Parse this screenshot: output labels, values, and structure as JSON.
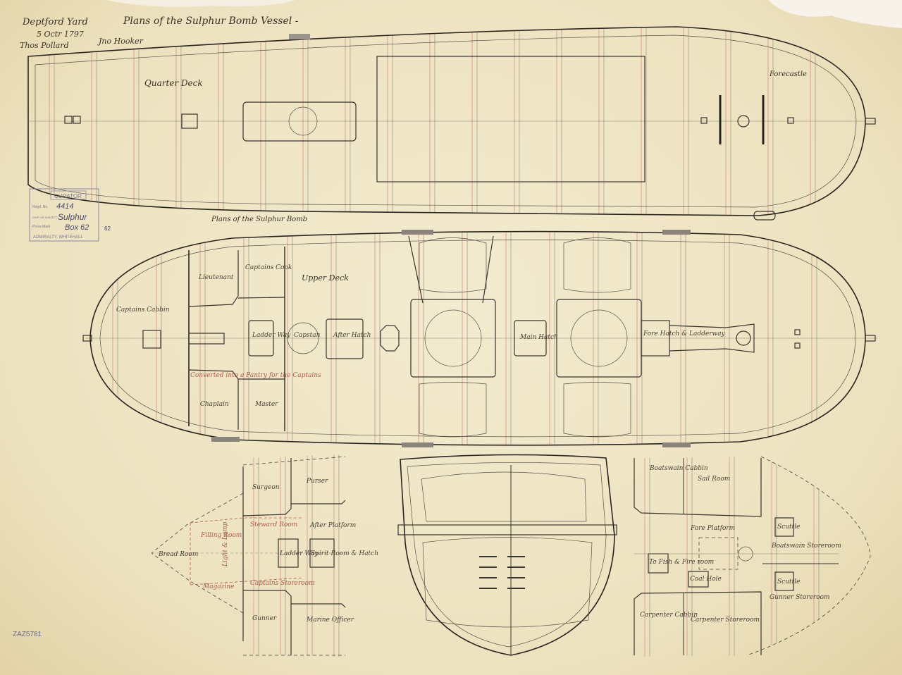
{
  "header": {
    "yard": "Deptford Yard",
    "date": "5 Octr 1797",
    "signature_1": "Thos Pollard",
    "signature_2": "Jno Hooker",
    "title": "Plans of the Sulphur Bomb Vessel -"
  },
  "stamp": {
    "heading": "CURATOR",
    "regd_label": "Regd. No.",
    "regd_value": "4414",
    "ship_label": "SHIP OR SUBJECT",
    "ship_value": "Sulphur",
    "press_label": "Press Mark",
    "press_value": "Box 62",
    "press_correction": "62",
    "footer": "ADMIRALTY, WHITEHALL"
  },
  "quarter_deck": {
    "title": "Quarter Deck",
    "forecastle": "Forecastle"
  },
  "upper_deck": {
    "caption": "Plans of the Sulphur Bomb",
    "title": "Upper Deck",
    "labels": {
      "captains_cabin": "Captains Cabbin",
      "lieutenant": "Lieutenant",
      "captains_cook": "Captains Cook",
      "ladder_way": "Ladder Way",
      "capstan": "Capstan",
      "after_hatch": "After Hatch",
      "main_hatch": "Main Hatch",
      "fore_hatch": "Fore Hatch & Ladderway",
      "converted": "Converted into a Pantry for the Captains",
      "chaplain": "Chaplain",
      "master": "Master"
    }
  },
  "after_platform": {
    "surgeon": "Surgeon",
    "purser": "Purser",
    "steward_room": "Steward Room",
    "after_platform": "After Platform",
    "filling_room": "Filling Room",
    "bread_room": "Bread Room",
    "ladder_way": "Ladder Way",
    "spirit_room": "Spirit Room & Hatch",
    "magazine": "Magazine",
    "captains_storeroom": "Captains Storeroom",
    "lamp": "Light & Lamp",
    "gunner": "Gunner",
    "marine_officer": "Marine Officer"
  },
  "fore_platform": {
    "boatswain_cabin": "Boatswain Cabbin",
    "sail_room": "Sail Room",
    "fore_platform": "Fore Platform",
    "fish_room": "To Fish & Fire room",
    "coal_hole": "Coal Hole",
    "scuttle_1": "Scuttle",
    "scuttle_2": "Scuttle",
    "boatswain_storeroom": "Boatswain Storeroom",
    "gunner_storeroom": "Gunner Storeroom",
    "carpenter_cabin": "Carpenter Cabbin",
    "carpenter_storeroom": "Carpenter Storeroom"
  },
  "catalogue_number": "ZAZ5781"
}
